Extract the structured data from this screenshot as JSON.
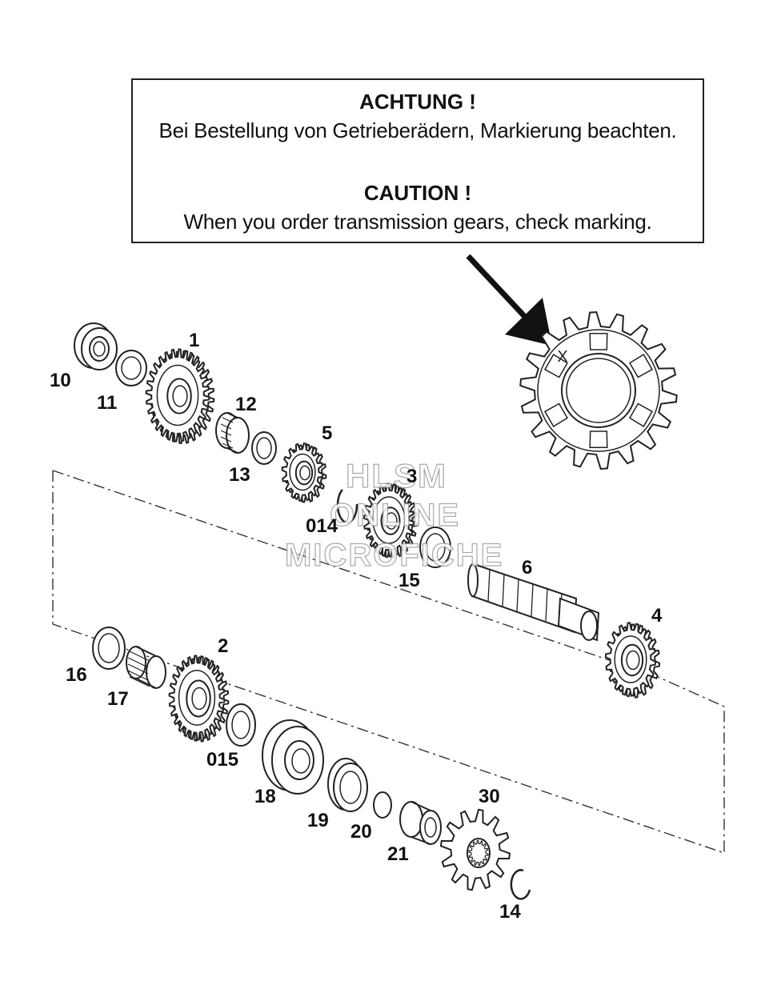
{
  "notice": {
    "de_heading": "ACHTUNG !",
    "de_text": "Bei Bestellung von Getrieberädern, Markierung beachten.",
    "en_heading": "CAUTION !",
    "en_text": "When you order transmission gears, check marking."
  },
  "gear_marking": "X",
  "watermark": {
    "line1": "HLSM",
    "line2": "ONLINE",
    "line3": "MICROFICHE"
  },
  "parts": [
    {
      "key": "p1",
      "label": "1"
    },
    {
      "key": "p2",
      "label": "2"
    },
    {
      "key": "p3",
      "label": "3"
    },
    {
      "key": "p4",
      "label": "4"
    },
    {
      "key": "p5",
      "label": "5"
    },
    {
      "key": "p6",
      "label": "6"
    },
    {
      "key": "p10",
      "label": "10"
    },
    {
      "key": "p11",
      "label": "11"
    },
    {
      "key": "p12",
      "label": "12"
    },
    {
      "key": "p13",
      "label": "13"
    },
    {
      "key": "p014",
      "label": "014"
    },
    {
      "key": "p15",
      "label": "15"
    },
    {
      "key": "p16",
      "label": "16"
    },
    {
      "key": "p17",
      "label": "17"
    },
    {
      "key": "p015",
      "label": "015"
    },
    {
      "key": "p18",
      "label": "18"
    },
    {
      "key": "p19",
      "label": "19"
    },
    {
      "key": "p20",
      "label": "20"
    },
    {
      "key": "p21",
      "label": "21"
    },
    {
      "key": "p30",
      "label": "30"
    },
    {
      "key": "p14",
      "label": "14"
    }
  ]
}
